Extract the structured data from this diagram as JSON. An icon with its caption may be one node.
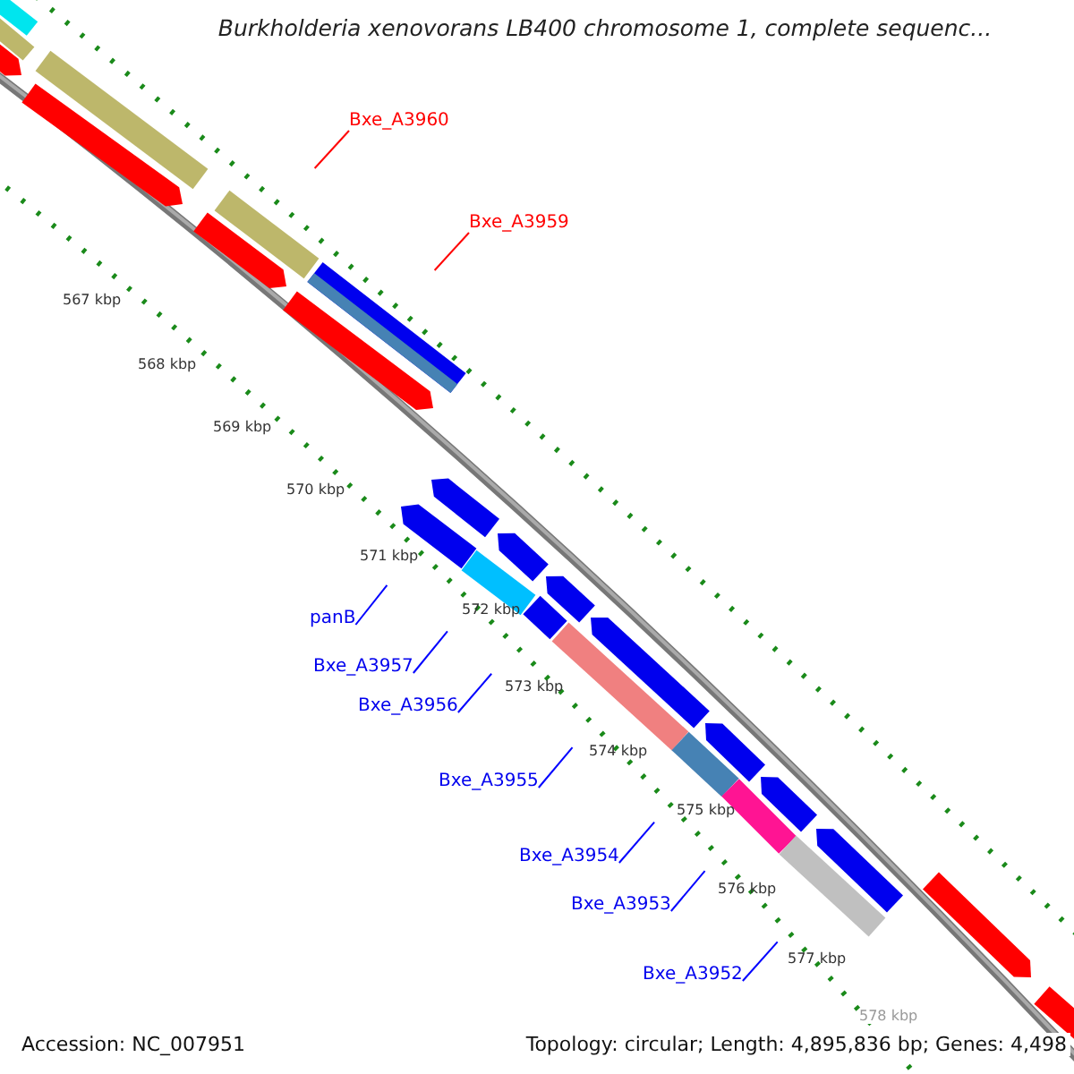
{
  "diagram": {
    "title": "Burkholderia xenovorans LB400 chromosome 1, complete sequenc...",
    "nodes": [
      {
        "text": [
          "Bxe_A3960"
        ]
      },
      {
        "text": [
          "Bxe_A3959"
        ]
      },
      {
        "text": [
          "panB"
        ]
      },
      {
        "text": [
          "Bxe_A3957"
        ]
      },
      {
        "text": [
          "Bxe_A3956"
        ]
      },
      {
        "text": [
          "Bxe_A3955"
        ]
      },
      {
        "text": [
          "Bxe_A3954"
        ]
      },
      {
        "text": [
          "Bxe_A3953"
        ]
      },
      {
        "text": [
          "Bxe_A3952"
        ]
      }
    ],
    "edges": [
      {
        "from": 0,
        "to": null,
        "arrow": "none",
        "color": "#ff0000"
      },
      {
        "from": 1,
        "to": null,
        "arrow": "none",
        "color": "#ff0000"
      },
      {
        "from": 2,
        "to": null,
        "arrow": "none"
      },
      {
        "from": 3,
        "to": null,
        "arrow": "none"
      },
      {
        "from": 4,
        "to": null,
        "arrow": "none"
      },
      {
        "from": 5,
        "to": null,
        "arrow": "none"
      },
      {
        "from": 6,
        "to": null,
        "arrow": "none"
      },
      {
        "from": 7,
        "to": null,
        "arrow": "none"
      },
      {
        "from": 8,
        "to": null,
        "arrow": "none"
      }
    ],
    "labels": [
      "567 kbp",
      "568 kbp",
      "569 kbp",
      "570 kbp",
      "571 kbp",
      "572 kbp",
      "573 kbp",
      "574 kbp",
      "575 kbp",
      "576 kbp",
      "577 kbp",
      "578 kbp",
      "Accession: NC_007951",
      "Topology: circular; Length: 4,895,836 bp; Genes: 4,498"
    ]
  }
}
